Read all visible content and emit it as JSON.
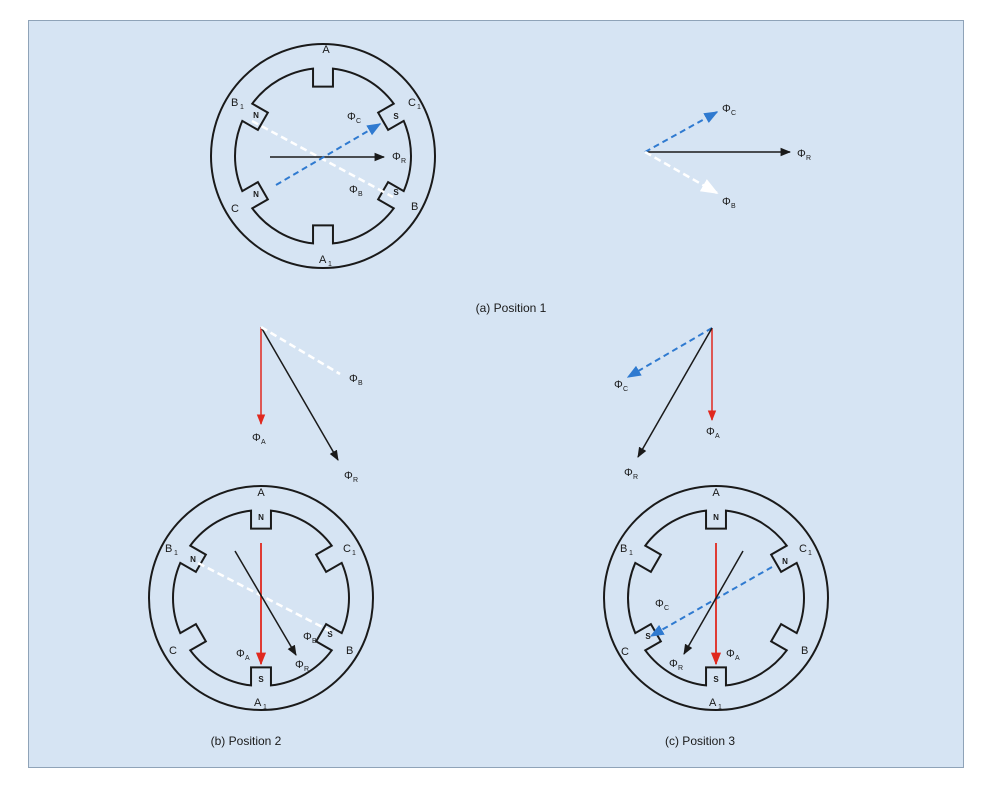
{
  "captions": {
    "a": "(a) Position 1",
    "b": "(b) Position 2",
    "c": "(c) Position 3"
  },
  "poles": {
    "A": "A",
    "A1": "A",
    "B": "B",
    "B1": "B",
    "C": "C",
    "C1": "C",
    "sub_1": "1"
  },
  "magnet": {
    "north": "N",
    "south": "S"
  },
  "vectors": {
    "phi": "Φ",
    "sub_A": "A",
    "sub_B": "B",
    "sub_C": "C",
    "sub_R": "R"
  },
  "colors": {
    "panel": "#d6e4f3",
    "stator": "#1a1a1a",
    "phi_A": "#e0281e",
    "phi_B": "#ffffff",
    "phi_C": "#2f7ad0",
    "phi_R": "#1a1a1a"
  }
}
